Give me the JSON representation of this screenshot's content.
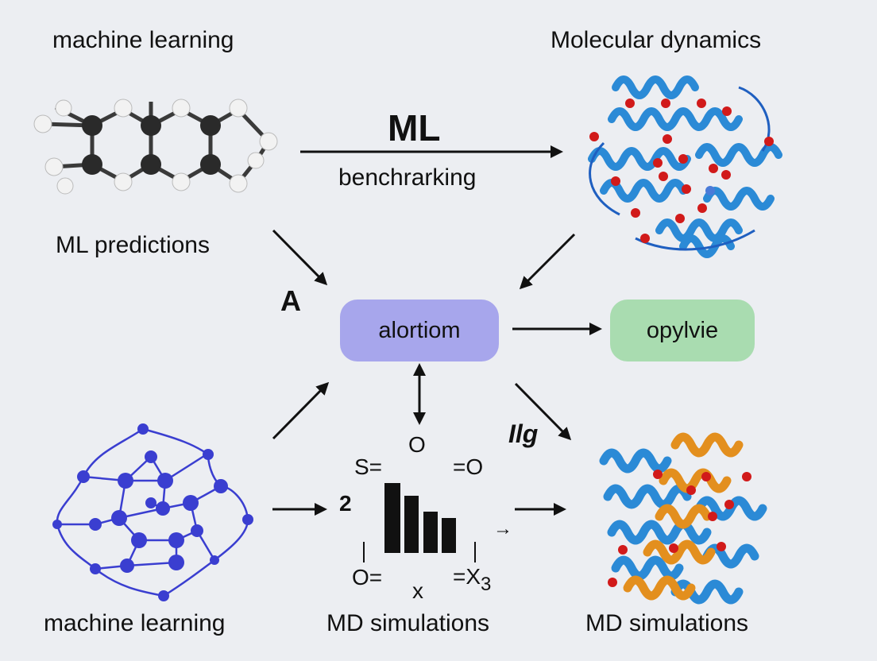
{
  "labels": {
    "top_left": "machine learning",
    "top_right": "Molecular dynamics",
    "arrow_top": "ML",
    "arrow_top_sub": "benchrarking",
    "ml_predictions": "ML predictions",
    "letter_a": "A",
    "center_node": "alortiom",
    "right_node": "opylvie",
    "italic_label": "Ilg",
    "bottom_left": "machine learning",
    "bottom_middle": "MD simulations",
    "bottom_right": "MD simulations"
  },
  "glyphs": {
    "o_top": "O",
    "s_eq": "S=",
    "eq_o": "=O",
    "num_2": "2",
    "o_eq": "O=",
    "x": "x",
    "eq_x3": "=X",
    "sub_3": "3",
    "small_arrow": "→"
  },
  "colors": {
    "background": "#eceef2",
    "center_node": "#a7a6ec",
    "right_node": "#a9dcb0",
    "protein_blue": "#2b8ad6",
    "protein_orange": "#e38f1e",
    "oxygen_red": "#d11a1a",
    "network_blue": "#3a3ed0",
    "carbon": "#2a2a2a",
    "hydrogen": "#f2f2f2"
  },
  "icons": {
    "molecule": "hydrocarbon-molecule-icon",
    "protein_top": "protein-ribbon-icon",
    "network": "molecular-network-icon",
    "protein_bottom": "protein-complex-ribbon-icon",
    "bars": "bar-glyph-icon"
  }
}
